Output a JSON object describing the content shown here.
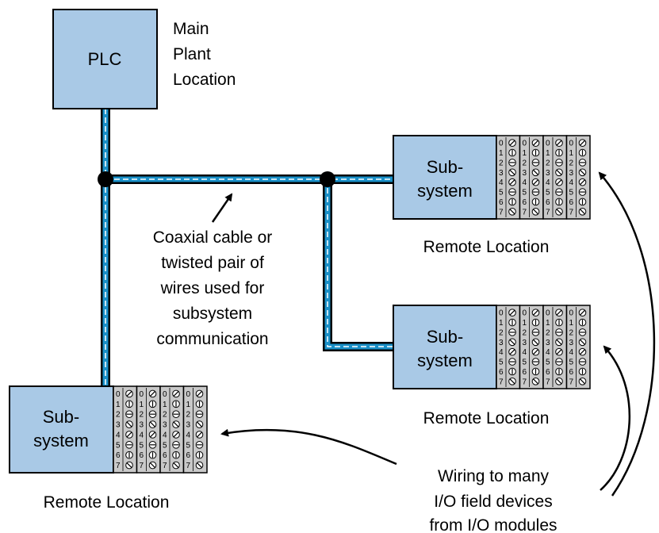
{
  "plc": {
    "label": "PLC",
    "location_lines": [
      "Main",
      "Plant",
      "Location"
    ]
  },
  "subsystems": [
    {
      "id": "upper-right",
      "label_lines": [
        "Sub-",
        "system"
      ],
      "location": "Remote Location"
    },
    {
      "id": "middle-right",
      "label_lines": [
        "Sub-",
        "system"
      ],
      "location": "Remote Location"
    },
    {
      "id": "lower-left",
      "label_lines": [
        "Sub-",
        "system"
      ],
      "location": "Remote Location"
    }
  ],
  "terminal_numbers": [
    "0",
    "1",
    "2",
    "3",
    "4",
    "5",
    "6",
    "7"
  ],
  "cable_note_lines": [
    "Coaxial cable or",
    "twisted pair of",
    "wires used for",
    "subsystem",
    "communication"
  ],
  "wiring_note_lines": [
    "Wiring to many",
    "I/O field devices",
    "from I/O modules"
  ],
  "colors": {
    "box_fill": "#a9c9e6",
    "cable": "#1a90c8",
    "module_fill": "#c9c9c9",
    "outline": "#000000"
  }
}
